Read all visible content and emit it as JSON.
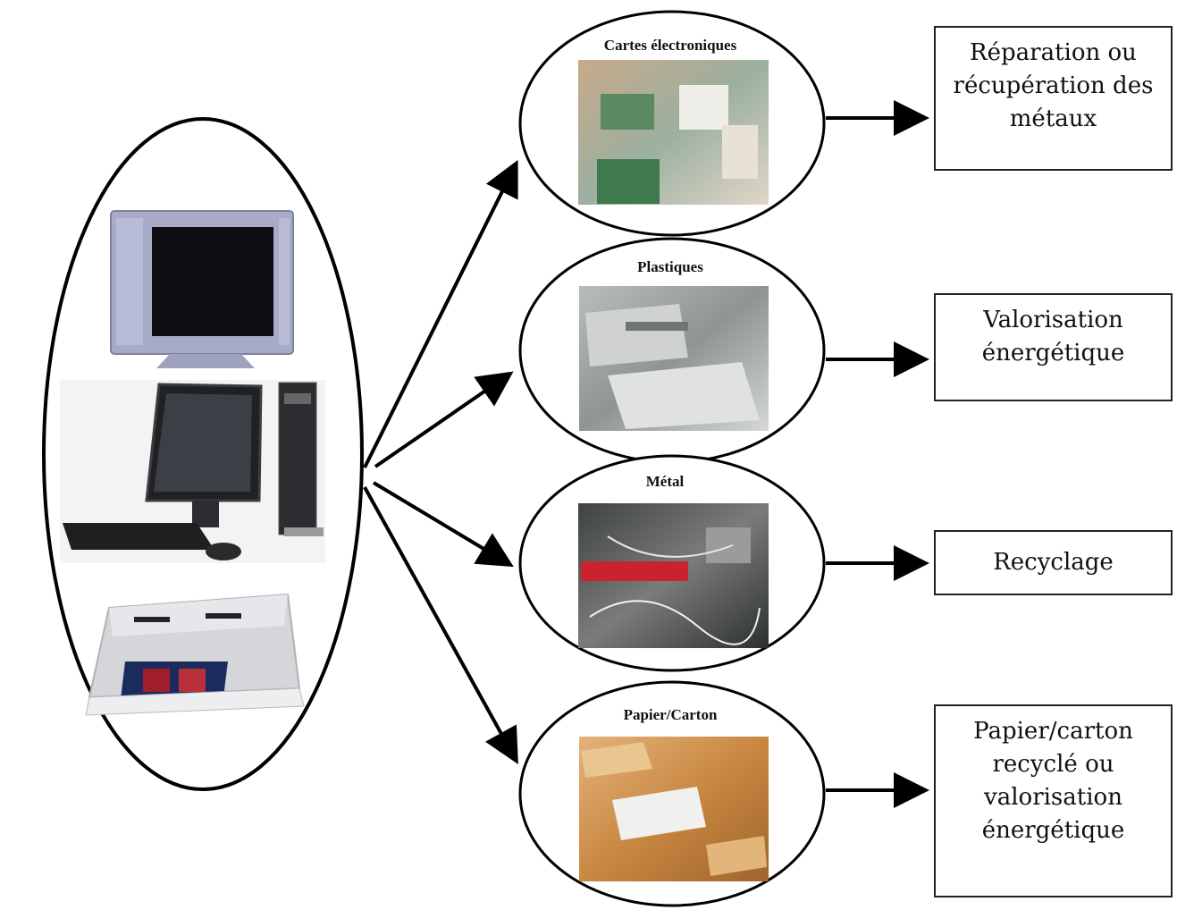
{
  "categories": [
    {
      "label": "Cartes électroniques",
      "photo": "circuit-board-scrap-photo"
    },
    {
      "label": "Plastiques",
      "photo": "plastic-scrap-photo"
    },
    {
      "label": "Métal",
      "photo": "metal-scrap-photo"
    },
    {
      "label": "Papier/Carton",
      "photo": "paper-cardboard-photo"
    }
  ],
  "outcomes": [
    {
      "lines": [
        "Réparation ou",
        "récupération des",
        "métaux"
      ]
    },
    {
      "lines": [
        "Valorisation",
        "énergétique"
      ]
    },
    {
      "lines": [
        "Recyclage"
      ]
    },
    {
      "lines": [
        "Papier/carton",
        "recyclé ou",
        "valorisation",
        "énergétique"
      ]
    }
  ],
  "source_devices": [
    "flat-screen-monitor-photo",
    "desktop-computer-photo",
    "photo-printer-photo"
  ]
}
